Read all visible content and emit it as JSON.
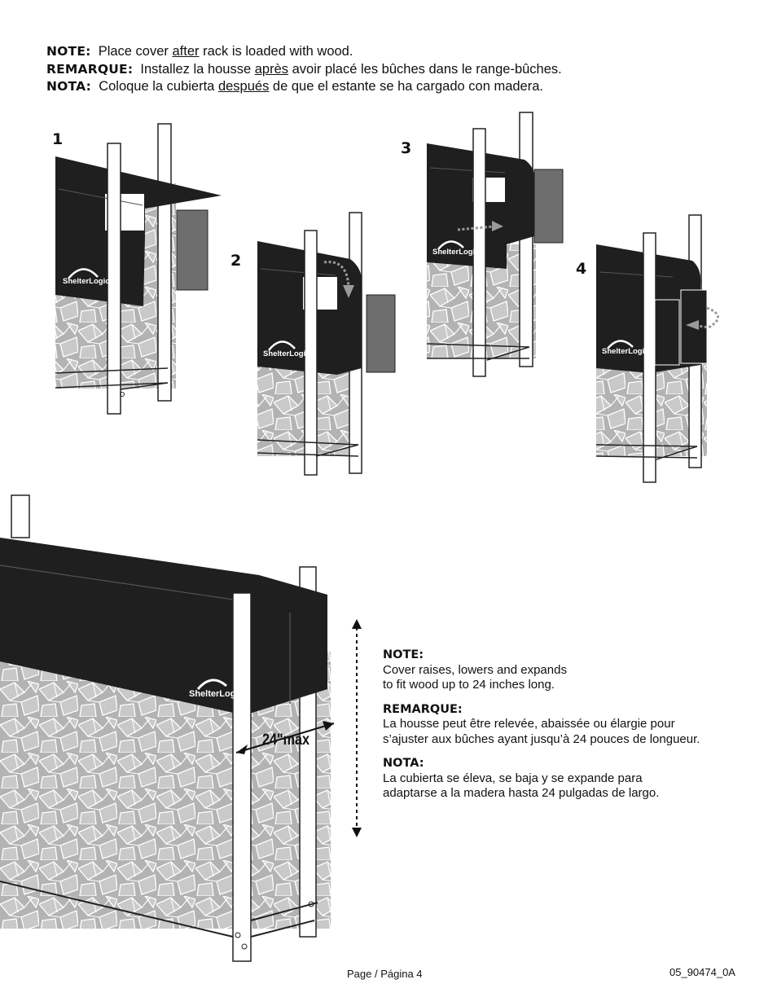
{
  "top_notes": [
    {
      "label": "NOTE:",
      "pre": "Place cover ",
      "emph": "after",
      "post": " rack is loaded with wood."
    },
    {
      "label": "REMARQUE:",
      "pre": "Installez la housse ",
      "emph": "après",
      "post": " avoir placé les bûches dans le range-bûches."
    },
    {
      "label": "NOTA:",
      "pre": "Coloque la cubierta ",
      "emph": "después",
      "post": " de que el estante se ha cargado con madera."
    }
  ],
  "steps": [
    "1",
    "2",
    "3",
    "4"
  ],
  "brand_logo": "ShelterLogic",
  "dimension_label": "24\"max",
  "side_notes": [
    {
      "label": "NOTE:",
      "text_1": "Cover raises, lowers and expands",
      "text_2": "to fit wood up to 24 inches long."
    },
    {
      "label": "REMARQUE:",
      "text_1": "La housse peut être relevée, abaissée ou élargie pour",
      "text_2": "s’ajuster aux bûches ayant jusqu’à 24 pouces de longueur."
    },
    {
      "label": "NOTA:",
      "text_1": "La cubierta se éleva, se baja y se expande para",
      "text_2": "adaptarse a la madera hasta 24 pulgadas de largo."
    }
  ],
  "footer": {
    "page": "Page / Página 4",
    "code": "05_90474_0A"
  },
  "colors": {
    "cover": "#1f1f1f",
    "wood": "#b3b3b3",
    "panel": "#6e6e6e"
  }
}
